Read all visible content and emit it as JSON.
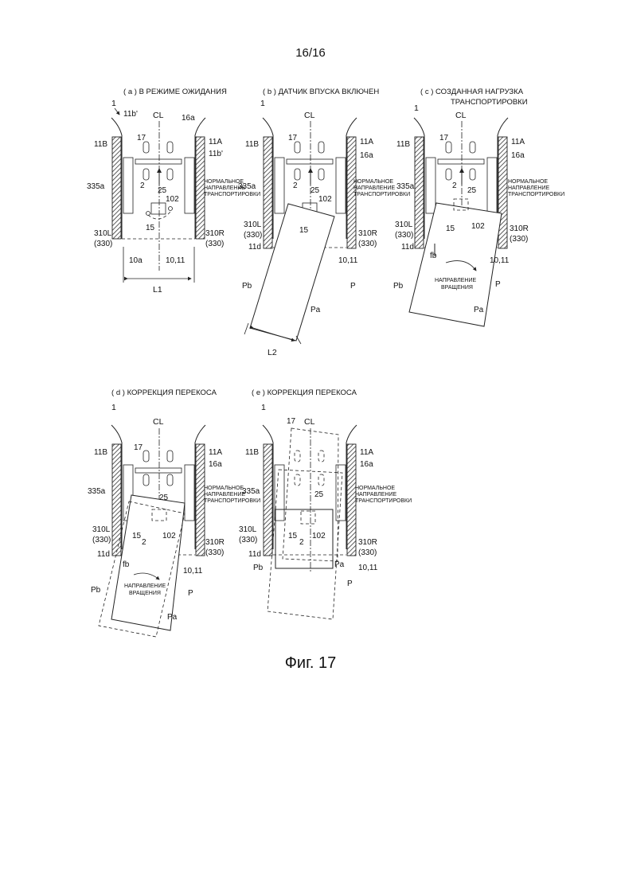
{
  "page_number": "16/16",
  "figure_caption": "Фиг. 17",
  "panels": [
    {
      "letter": "a",
      "title": "В РЕЖИМЕ ОЖИДАНИЯ",
      "labels": {
        "ref": "1",
        "cl": "CL",
        "l11b_prime": "11b'",
        "l16a": "16a",
        "l11b": "11B",
        "l17": "17",
        "l11a": "11A",
        "l11b_prime2": "11b'",
        "l335a": "335a",
        "l2": "2",
        "l25": "25",
        "l102": "102",
        "normal_dir": [
          "НОРМАЛЬНОЕ",
          "НАПРАВЛЕНИЕ",
          "ТРАНСПОРТИРОВКИ"
        ],
        "l15": "15",
        "l310l": "310L",
        "l330l": "(330)",
        "l310r": "310R",
        "l330r": "(330)",
        "l10a": "10a",
        "l1011": "10,11",
        "l1": "L1"
      }
    },
    {
      "letter": "b",
      "title": "ДАТЧИК ВПУСКА ВКЛЮЧЕН",
      "labels": {
        "ref": "1",
        "cl": "CL",
        "l11b": "11B",
        "l17": "17",
        "l11a": "11A",
        "l16a": "16a",
        "l335a": "335a",
        "l2": "2",
        "l25": "25",
        "l102": "102",
        "normal_dir": [
          "НОРМАЛЬНОЕ",
          "НАПРАВЛЕНИЕ",
          "ТРАНСПОРТИРОВКИ"
        ],
        "l15": "15",
        "l310l": "310L",
        "l330l": "(330)",
        "l310r": "310R",
        "l330r": "(330)",
        "l11d": "11d",
        "l1011": "10,11",
        "lpb": "Pb",
        "lp": "P",
        "lpa": "Pa",
        "l2size": "L2"
      }
    },
    {
      "letter": "c",
      "title": "СОЗДАННАЯ НАГРУЗКА",
      "title2": "ТРАНСПОРТИРОВКИ",
      "labels": {
        "ref": "1",
        "cl": "CL",
        "l11b": "11B",
        "l17": "17",
        "l11a": "11A",
        "l16a": "16a",
        "l335a": "335a",
        "l2": "2",
        "l25": "25",
        "l102": "102",
        "normal_dir": [
          "НОРМАЛЬНОЕ",
          "НАПРАВЛЕНИЕ",
          "ТРАНСПОРТИРОВКИ"
        ],
        "l15": "15",
        "l310l": "310L",
        "l330l": "(330)",
        "l310r": "310R",
        "l330r": "(330)",
        "l11d": "11d",
        "lfb": "fb",
        "l1011": "10,11",
        "lpb": "Pb",
        "lp": "P",
        "lpa": "Pa",
        "rotation": [
          "НАПРАВЛЕНИЕ",
          "ВРАЩЕНИЯ"
        ]
      }
    },
    {
      "letter": "d",
      "title": "КОРРЕКЦИЯ ПЕРЕКОСА",
      "labels": {
        "ref": "1",
        "cl": "CL",
        "l11b": "11B",
        "l17": "17",
        "l11a": "11A",
        "l16a": "16a",
        "l335a": "335a",
        "l25": "25",
        "normal_dir": [
          "НОРМАЛЬНОЕ",
          "НАПРАВЛЕНИЕ",
          "ТРАНСПОРТИРОВКИ"
        ],
        "l15": "15",
        "l2": "2",
        "l102": "102",
        "l310l": "310L",
        "l330l": "(330)",
        "l310r": "310R",
        "l330r": "(330)",
        "l11d": "11d",
        "lfb": "fb",
        "l1011": "10,11",
        "lpb": "Pb",
        "lp": "P",
        "lpa": "Pa",
        "rotation": [
          "НАПРАВЛЕНИЕ",
          "ВРАЩЕНИЯ"
        ]
      }
    },
    {
      "letter": "e",
      "title": "КОРРЕКЦИЯ ПЕРЕКОСА",
      "labels": {
        "ref": "1",
        "l17": "17",
        "cl": "CL",
        "l11b": "11B",
        "l11a": "11A",
        "l16a": "16a",
        "l335a": "335a",
        "l25": "25",
        "normal_dir": [
          "НОРМАЛЬНОЕ",
          "НАПРАВЛЕНИЕ",
          "ТРАНСПОРТИРОВКИ"
        ],
        "l15": "15",
        "l2": "2",
        "l102": "102",
        "l310l": "310L",
        "l330l": "(330)",
        "l310r": "310R",
        "l330r": "(330)",
        "l11d": "11d",
        "lpb": "Pb",
        "lpa": "Pa",
        "l1011": "10,11",
        "lp": "P"
      }
    }
  ]
}
